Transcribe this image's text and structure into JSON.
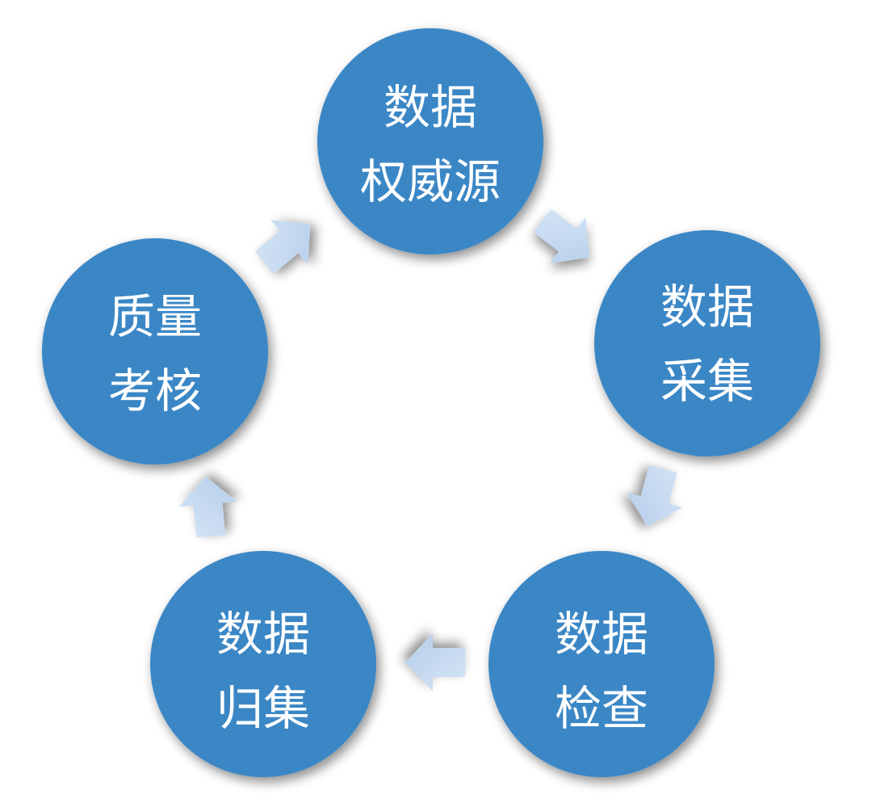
{
  "colors": {
    "node": "#3a87c6",
    "arrow": "#c5d9f0"
  },
  "nodes": [
    {
      "lines": [
        "数据",
        "权威源"
      ]
    },
    {
      "lines": [
        "数据",
        "采集"
      ]
    },
    {
      "lines": [
        "数据",
        "检查"
      ]
    },
    {
      "lines": [
        "数据",
        "归集"
      ]
    },
    {
      "lines": [
        "质量",
        "考核"
      ]
    }
  ]
}
